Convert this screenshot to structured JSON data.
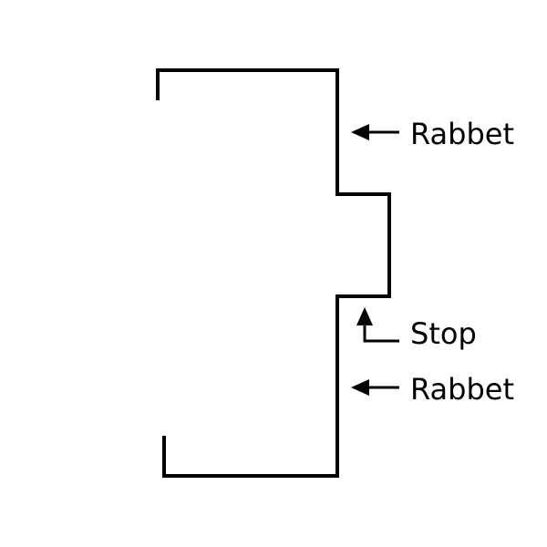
{
  "diagram": {
    "labels": {
      "rabbet_top": "Rabbet",
      "stop": "Stop",
      "rabbet_bottom": "Rabbet"
    },
    "colors": {
      "stroke": "#000000",
      "background": "#ffffff"
    }
  }
}
